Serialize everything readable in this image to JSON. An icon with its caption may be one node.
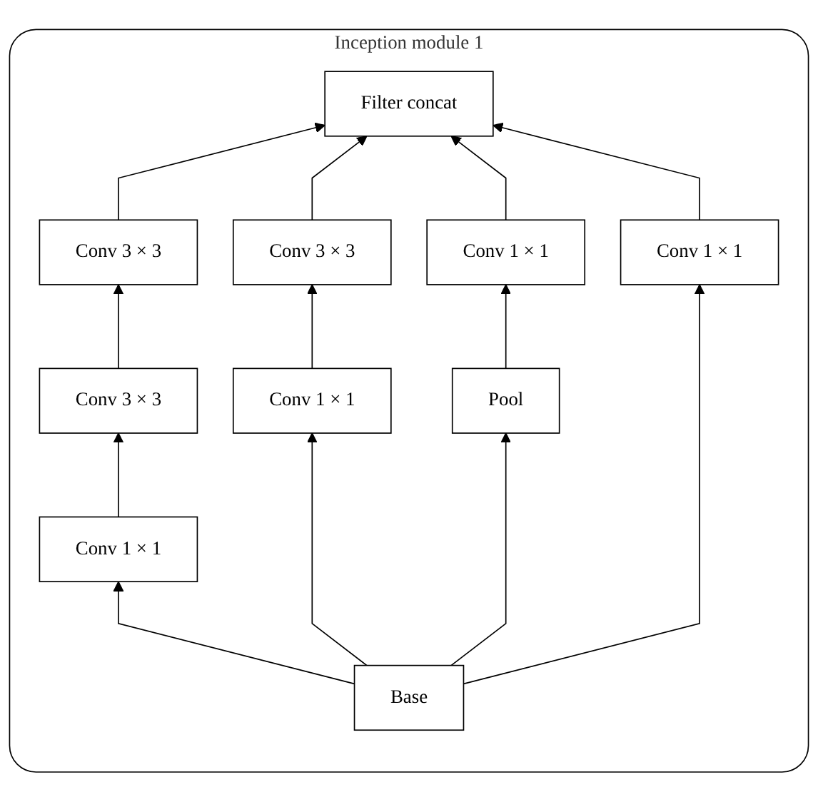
{
  "diagram": {
    "nodes": [
      {
        "text": [
          "Inception module 1"
        ]
      },
      {
        "text": [
          "Filter concat"
        ],
        "in": 0
      },
      {
        "text": [
          "Conv 3 × 3"
        ],
        "in": 0
      },
      {
        "text": [
          "Conv 3 × 3"
        ],
        "in": 0
      },
      {
        "text": [
          "Conv 3 × 3"
        ],
        "in": 0
      },
      {
        "text": [
          "Conv 1 × 1"
        ],
        "in": 0
      },
      {
        "text": [
          "Conv 1 × 1"
        ],
        "in": 0
      },
      {
        "text": [
          "Conv 1 × 1"
        ],
        "in": 0
      },
      {
        "text": [
          "Pool"
        ],
        "in": 0
      },
      {
        "text": [
          "Conv 1 × 1"
        ],
        "in": 0
      },
      {
        "text": [
          "Base"
        ],
        "in": 0
      }
    ],
    "edges": [
      {
        "from": 10,
        "to": 6,
        "arrow": "to"
      },
      {
        "from": 10,
        "to": 7,
        "arrow": "to"
      },
      {
        "from": 10,
        "to": 8,
        "arrow": "to"
      },
      {
        "from": 10,
        "to": 9,
        "arrow": "to"
      },
      {
        "from": 6,
        "to": 3,
        "arrow": "to"
      },
      {
        "from": 3,
        "to": 2,
        "arrow": "to"
      },
      {
        "from": 2,
        "to": 1,
        "arrow": "to"
      },
      {
        "from": 7,
        "to": 4,
        "arrow": "to"
      },
      {
        "from": 4,
        "to": 1,
        "arrow": "to"
      },
      {
        "from": 8,
        "to": 5,
        "arrow": "to"
      },
      {
        "from": 5,
        "to": 1,
        "arrow": "to"
      },
      {
        "from": 9,
        "to": 1,
        "arrow": "to"
      }
    ]
  }
}
